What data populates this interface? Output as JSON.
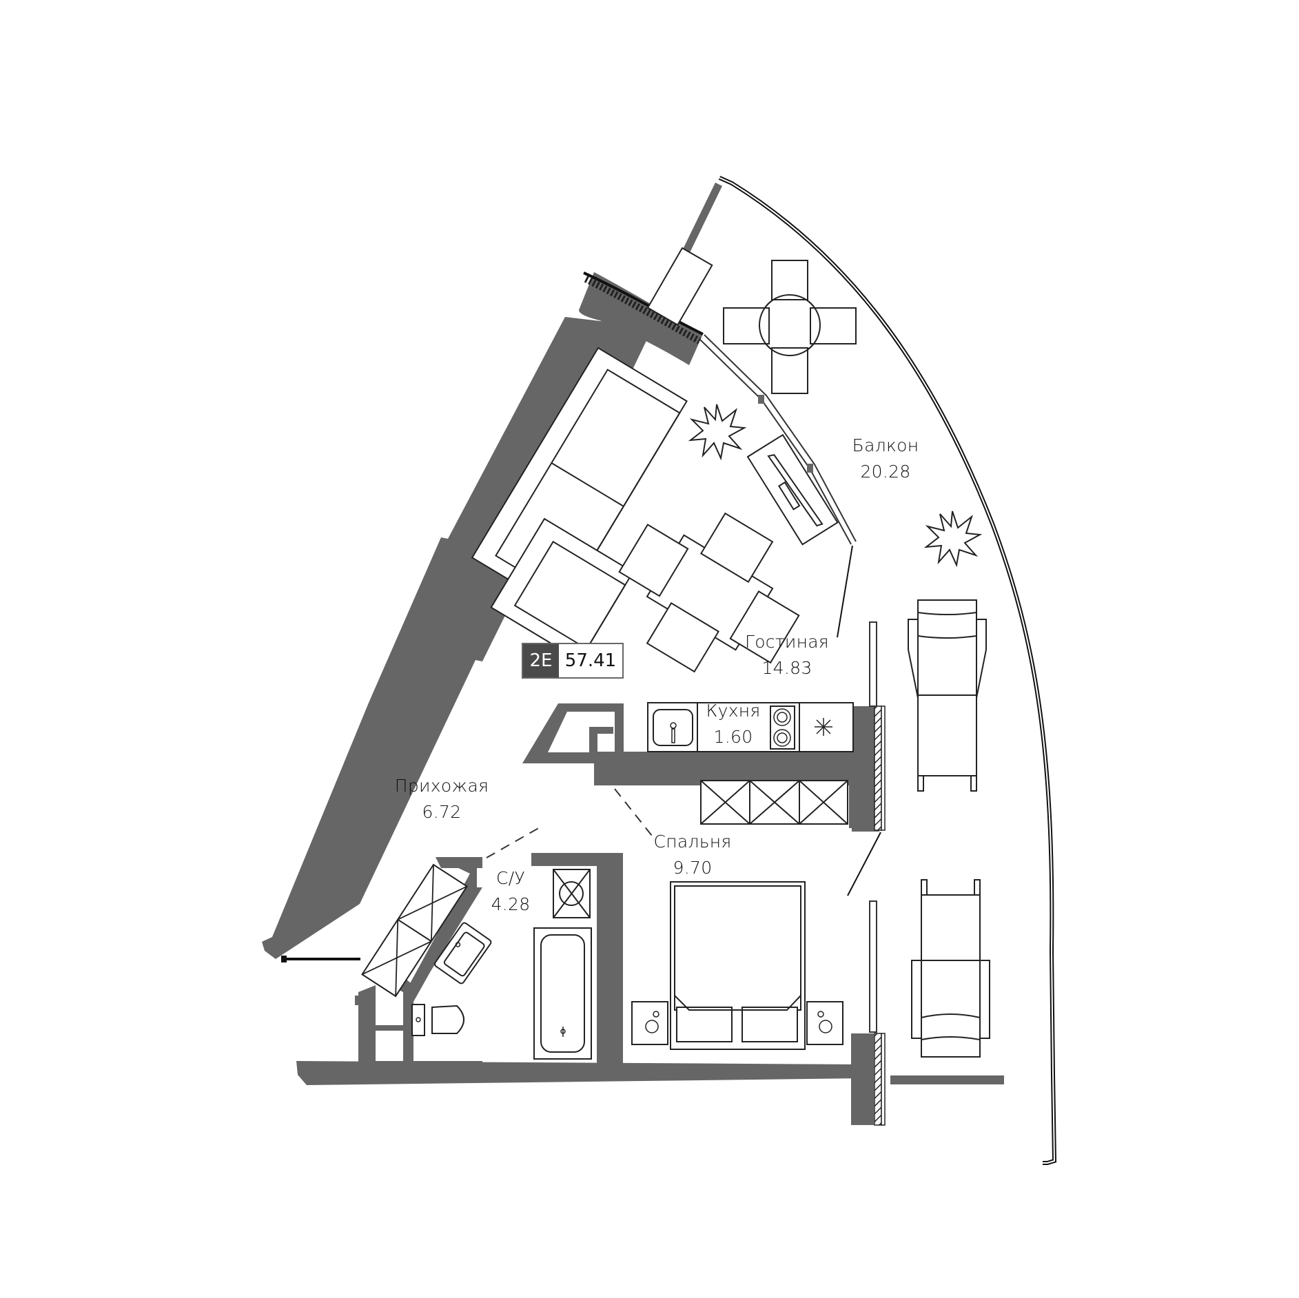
{
  "plan": {
    "apartment": {
      "code": "2E",
      "total_area": "57.41"
    },
    "rooms": [
      {
        "id": "balcony",
        "name": "Балкон",
        "area": "20.28"
      },
      {
        "id": "living",
        "name": "Гостиная",
        "area": "14.83"
      },
      {
        "id": "kitchen",
        "name": "Кухня",
        "area": "1.60"
      },
      {
        "id": "hallway",
        "name": "Прихожая",
        "area": "6.72"
      },
      {
        "id": "bathroom",
        "name": "С/У",
        "area": "4.28"
      },
      {
        "id": "bedroom",
        "name": "Спальня",
        "area": "9.70"
      }
    ],
    "colors": {
      "wall": "#666666",
      "badge_code_bg": "#4a4a4a",
      "line": "#222222",
      "background": "#ffffff"
    },
    "furniture": [
      "sofa",
      "armchair",
      "plant",
      "tv-stand",
      "dining-table-4-chairs",
      "balcony-round-table-4-chairs",
      "sun-lounger",
      "sun-lounger",
      "kitchen-sink",
      "cooktop",
      "kitchen-cabinet",
      "wardrobe",
      "double-bed",
      "nightstand",
      "nightstand",
      "bathtub",
      "shower-drain",
      "washbasin",
      "toilet",
      "bathroom-cabinet"
    ]
  }
}
